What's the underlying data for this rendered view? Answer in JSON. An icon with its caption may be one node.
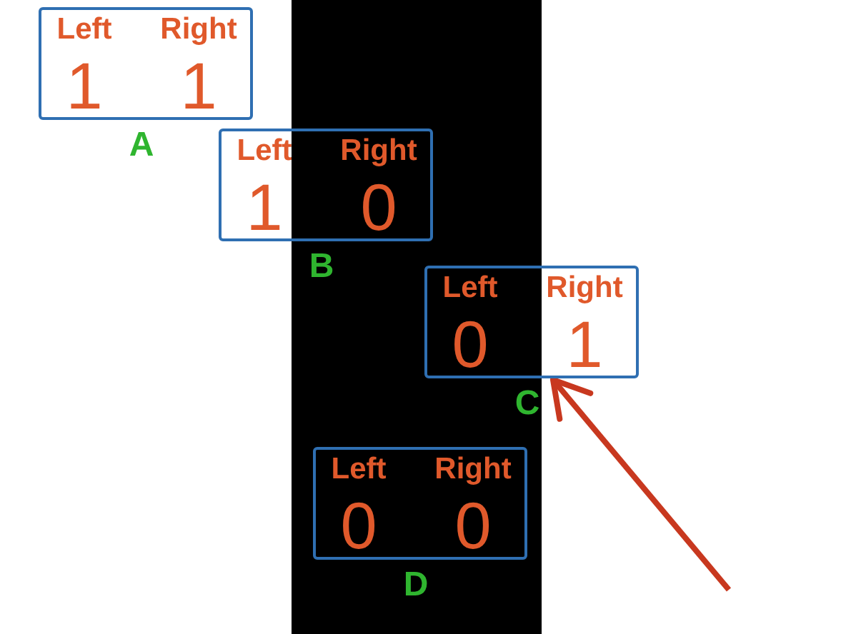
{
  "diagram": {
    "nodes": [
      {
        "text": [
          "Left",
          "Right",
          "1",
          "1"
        ],
        "beside": [
          "A"
        ]
      },
      {
        "text": [
          "Left",
          "Right",
          "1",
          "0"
        ],
        "beside": [
          "B"
        ]
      },
      {
        "text": [
          "Left",
          "Right",
          "0",
          "1"
        ],
        "beside": [
          "C"
        ]
      },
      {
        "text": [
          "Left",
          "Right",
          "0",
          "0"
        ],
        "beside": [
          "D"
        ]
      }
    ],
    "edges": [
      {
        "from": null,
        "to": 2,
        "arrow": "to"
      }
    ]
  }
}
